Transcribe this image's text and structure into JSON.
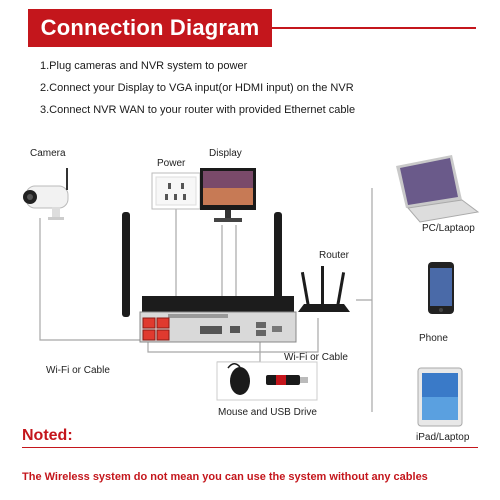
{
  "title": "Connection Diagram",
  "steps": [
    "1.Plug cameras and NVR system to power",
    "2.Connect your Display to VGA input(or HDMI input) on the NVR",
    "3.Connect NVR WAN to your router with provided Ethernet cable"
  ],
  "labels": {
    "camera": "Camera",
    "power": "Power",
    "display": "Display",
    "router": "Router",
    "pc": "PC/Laptaop",
    "phone": "Phone",
    "ipad": "iPad/Laptop",
    "wifi_left": "Wi-Fi or Cable",
    "wifi_right": "Wi-Fi or Cable",
    "mouse": "Mouse and USB Drive"
  },
  "note": {
    "heading": "Noted:",
    "text": "The Wireless system do not mean you can use the system without any cables"
  },
  "colors": {
    "accent": "#c4161c",
    "nvr_body": "#1c1c1c",
    "nvr_front": "#d9d9d9",
    "ethernet_port": "#e03a2f",
    "cable": "#a8a8a8"
  }
}
